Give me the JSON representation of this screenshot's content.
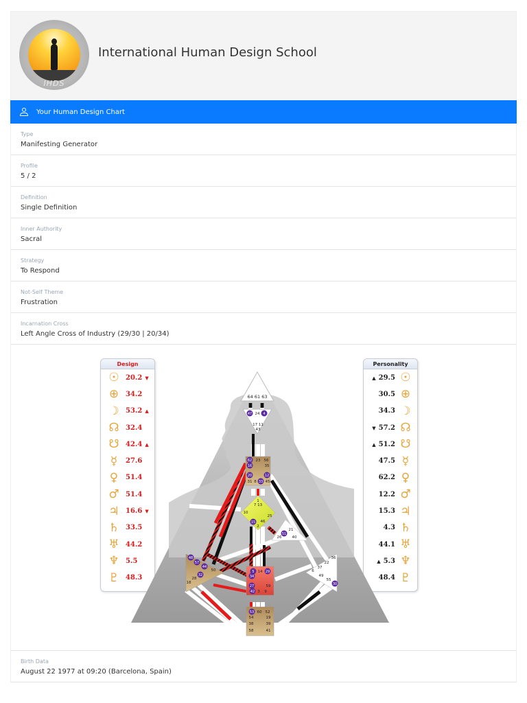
{
  "header": {
    "logo_text": "IHDS",
    "title": "International Human Design School"
  },
  "section": {
    "icon": "user-icon",
    "title": "Your Human Design Chart"
  },
  "info": [
    {
      "label": "Type",
      "value": "Manifesting Generator"
    },
    {
      "label": "Profile",
      "value": "5 / 2"
    },
    {
      "label": "Definition",
      "value": "Single Definition"
    },
    {
      "label": "Inner Authority",
      "value": "Sacral"
    },
    {
      "label": "Strategy",
      "value": "To Respond"
    },
    {
      "label": "Not-Self Theme",
      "value": "Frustration"
    },
    {
      "label": "Incarnation Cross",
      "value": "Left Angle Cross of Industry (29/30 | 20/34)"
    }
  ],
  "design": {
    "title": "Design",
    "color": "#d81c1c",
    "rows": [
      {
        "planet": "sun",
        "glyph": "☉",
        "value": "20.2",
        "arrow": "▼"
      },
      {
        "planet": "earth",
        "glyph": "⊕",
        "value": "34.2",
        "arrow": ""
      },
      {
        "planet": "moon",
        "glyph": "☽",
        "value": "53.2",
        "arrow": "▲"
      },
      {
        "planet": "north-node",
        "glyph": "☊",
        "value": "32.4",
        "arrow": ""
      },
      {
        "planet": "south-node",
        "glyph": "☋",
        "value": "42.4",
        "arrow": "▲"
      },
      {
        "planet": "mercury",
        "glyph": "☿",
        "value": "27.6",
        "arrow": ""
      },
      {
        "planet": "venus",
        "glyph": "♀",
        "value": "51.4",
        "arrow": ""
      },
      {
        "planet": "mars",
        "glyph": "♂",
        "value": "51.4",
        "arrow": ""
      },
      {
        "planet": "jupiter",
        "glyph": "♃",
        "value": "16.6",
        "arrow": "▼"
      },
      {
        "planet": "saturn",
        "glyph": "♄",
        "value": "33.5",
        "arrow": ""
      },
      {
        "planet": "uranus",
        "glyph": "♅",
        "value": "44.2",
        "arrow": ""
      },
      {
        "planet": "neptune",
        "glyph": "♆",
        "value": "5.5",
        "arrow": ""
      },
      {
        "planet": "pluto",
        "glyph": "♇",
        "value": "48.3",
        "arrow": ""
      }
    ]
  },
  "personality": {
    "title": "Personality",
    "color": "#222222",
    "rows": [
      {
        "planet": "sun",
        "glyph": "☉",
        "value": "29.5",
        "arrow": "▲"
      },
      {
        "planet": "earth",
        "glyph": "⊕",
        "value": "30.5",
        "arrow": ""
      },
      {
        "planet": "moon",
        "glyph": "☽",
        "value": "34.3",
        "arrow": ""
      },
      {
        "planet": "north-node",
        "glyph": "☊",
        "value": "57.2",
        "arrow": "▼"
      },
      {
        "planet": "south-node",
        "glyph": "☋",
        "value": "51.2",
        "arrow": "▲"
      },
      {
        "planet": "mercury",
        "glyph": "☿",
        "value": "47.5",
        "arrow": ""
      },
      {
        "planet": "venus",
        "glyph": "♀",
        "value": "62.2",
        "arrow": ""
      },
      {
        "planet": "mars",
        "glyph": "♂",
        "value": "12.2",
        "arrow": ""
      },
      {
        "planet": "jupiter",
        "glyph": "♃",
        "value": "15.3",
        "arrow": ""
      },
      {
        "planet": "saturn",
        "glyph": "♄",
        "value": "4.3",
        "arrow": ""
      },
      {
        "planet": "uranus",
        "glyph": "♅",
        "value": "44.1",
        "arrow": ""
      },
      {
        "planet": "neptune",
        "glyph": "♆",
        "value": "5.3",
        "arrow": "▲"
      },
      {
        "planet": "pluto",
        "glyph": "♇",
        "value": "48.4",
        "arrow": ""
      }
    ]
  },
  "bodygraph": {
    "centers": {
      "head": {
        "gates": [
          "64",
          "61",
          "63"
        ]
      },
      "ajna": {
        "gates": [
          "47",
          "24",
          "4",
          "17",
          "11",
          "43"
        ],
        "activated": [
          "47",
          "4"
        ]
      },
      "throat": {
        "gates": [
          "62",
          "23",
          "56",
          "16",
          "35",
          "20",
          "12",
          "31",
          "8",
          "33",
          "45"
        ],
        "activated": [
          "62",
          "16",
          "20",
          "12",
          "33"
        ]
      },
      "g": {
        "gates": [
          "1",
          "7",
          "13",
          "10",
          "25",
          "15",
          "46",
          "2"
        ],
        "activated": [
          "15"
        ]
      },
      "heart": {
        "gates": [
          "21",
          "51",
          "26",
          "40"
        ],
        "activated": [
          "51"
        ]
      },
      "spleen": {
        "gates": [
          "48",
          "57",
          "44",
          "50",
          "32",
          "28",
          "18"
        ],
        "activated": [
          "48",
          "57",
          "44",
          "32"
        ]
      },
      "sacral": {
        "gates": [
          "5",
          "14",
          "29",
          "34",
          "27",
          "59",
          "42",
          "3",
          "9"
        ],
        "activated": [
          "5",
          "29",
          "34",
          "27",
          "42"
        ]
      },
      "solar-plexus": {
        "gates": [
          "36",
          "22",
          "37",
          "6",
          "49",
          "55",
          "30"
        ],
        "activated": [
          "30"
        ]
      },
      "root": {
        "gates": [
          "53",
          "60",
          "52",
          "54",
          "19",
          "38",
          "39",
          "58",
          "41"
        ],
        "activated": [
          "53"
        ]
      }
    }
  },
  "birth": {
    "label": "Birth Data",
    "value": "August 22 1977 at 09:20 (Barcelona, Spain)"
  }
}
